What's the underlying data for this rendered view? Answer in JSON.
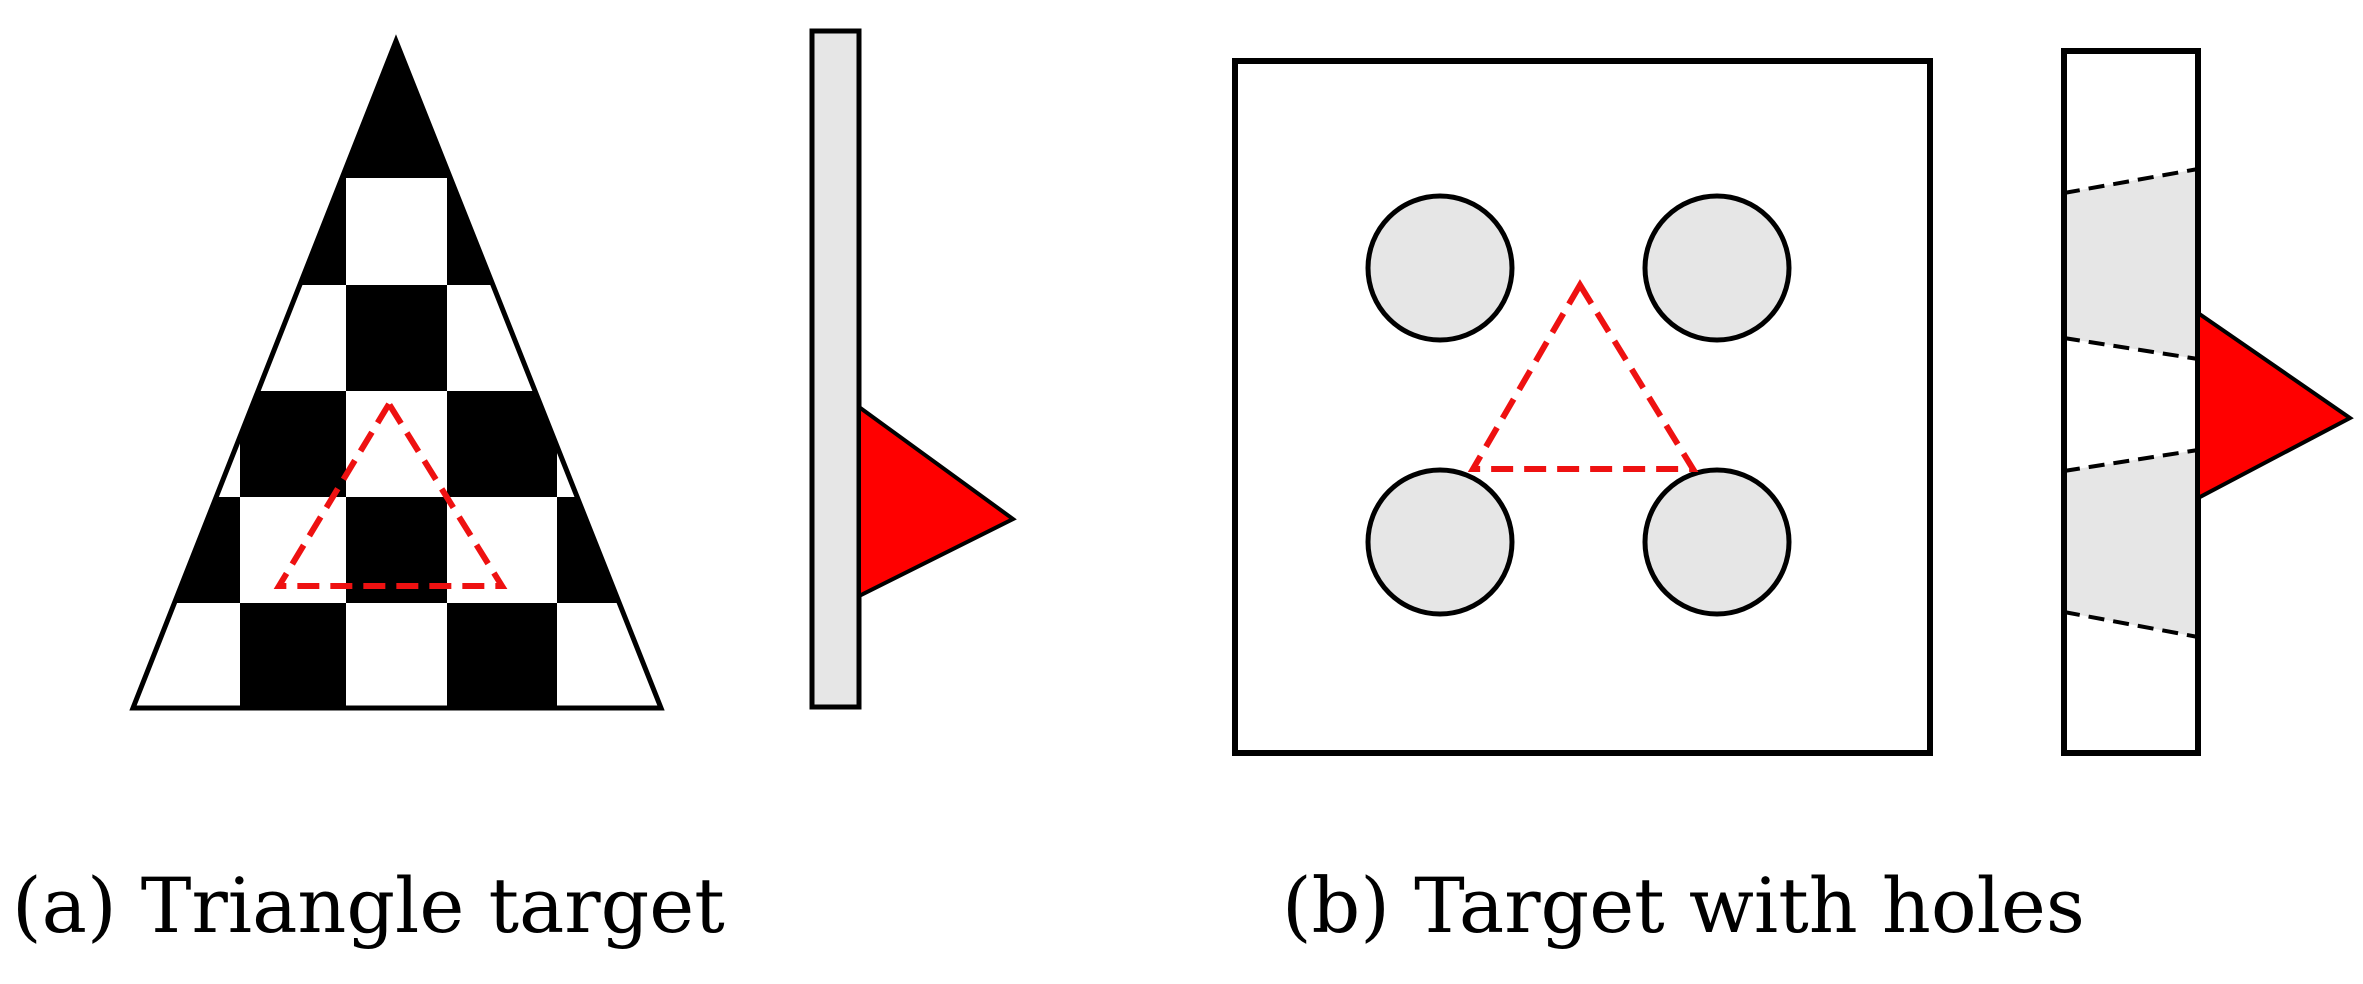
{
  "figure": {
    "panels": [
      {
        "id": "a",
        "caption": "(a) Triangle target",
        "target_shape": "triangle",
        "pattern": "checkerboard",
        "side_view_thickness": "thin plate"
      },
      {
        "id": "b",
        "caption": "(b) Target with holes",
        "target_shape": "square",
        "holes": 4,
        "side_view_thickness": "thick plate"
      }
    ],
    "colors": {
      "outline": "#000000",
      "plate_fill": "#e6e6e6",
      "marker_fill": "#ff0000",
      "marker_dash": "#ee1111",
      "background": "#ffffff"
    },
    "icons": {
      "marker": "red-triangle",
      "dashed_marker": "dashed-red-triangle"
    }
  }
}
